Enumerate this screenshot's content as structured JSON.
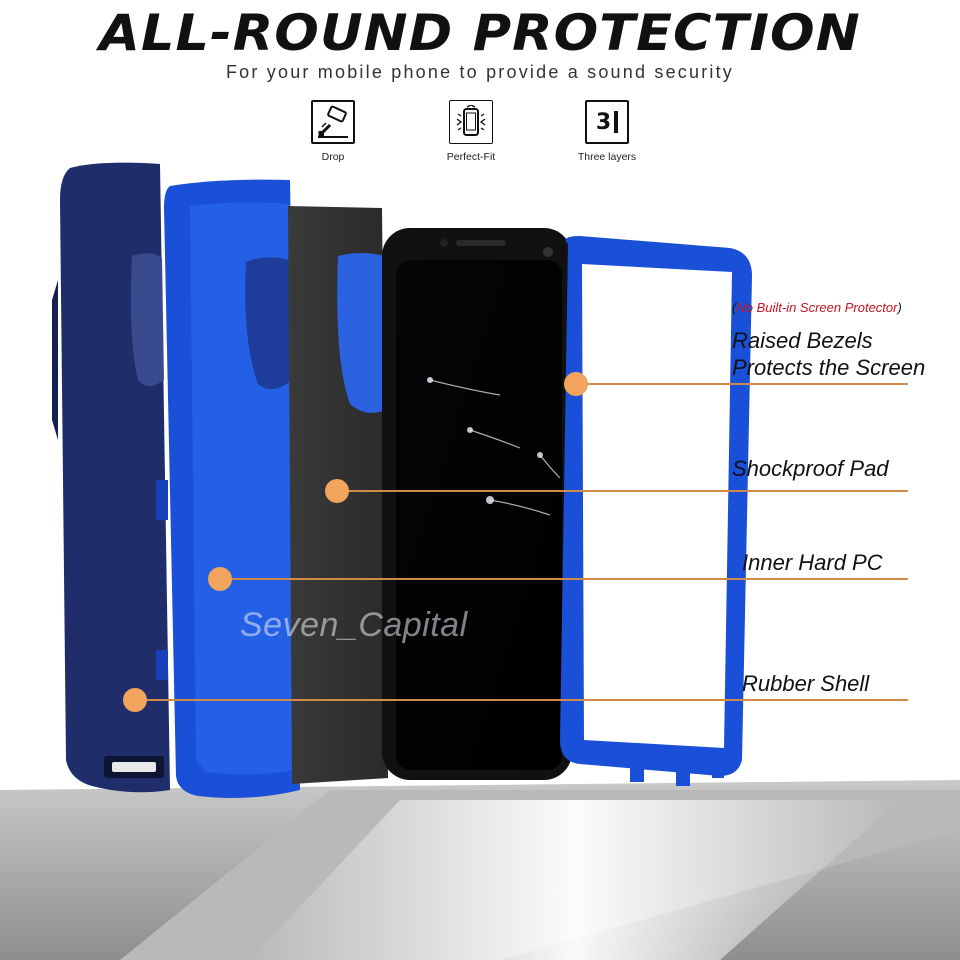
{
  "header": {
    "title": "ALL-ROUND PROTECTION",
    "subtitle": "For your mobile phone to provide a sound security"
  },
  "features": [
    {
      "label": "Drop",
      "icon": "drop-icon"
    },
    {
      "label": "Perfect-Fit",
      "icon": "perfect-fit-icon"
    },
    {
      "label": "Three layers",
      "icon": "three-layers-icon",
      "glyph": "3"
    }
  ],
  "note": {
    "open": "(",
    "red": "No Built-in Screen Protector",
    "close": ")"
  },
  "callouts": {
    "bezels_line1": "Raised Bezels",
    "bezels_line2": "Protects the Screen",
    "pad": "Shockproof Pad",
    "pc": "Inner Hard PC",
    "shell": "Rubber Shell"
  },
  "watermark": "Seven_Capital",
  "colors": {
    "navy_shell": "#1f2d6b",
    "blue_case": "#1a4fd8",
    "callout_line": "#d08a4a",
    "callout_dot": "#f0a45c",
    "note_red": "#c8141e",
    "floor_gray": "#a8a8a8"
  }
}
